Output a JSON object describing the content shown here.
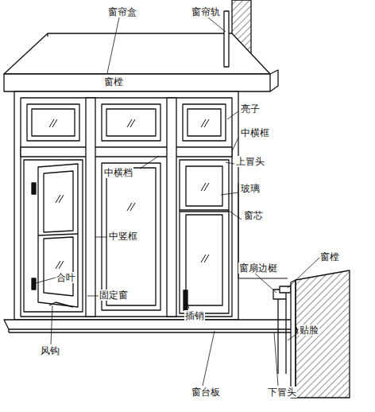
{
  "diagram": {
    "labels": [
      "窗帘盒",
      "窗帘轨",
      "窗樘",
      "亮子",
      "中横框",
      "上冒头",
      "中横档",
      "玻璃",
      "窗芯",
      "中竖框",
      "合叶",
      "固定窗",
      "插销",
      "窗扇边梃",
      "窗樘",
      "贴脸",
      "风钩",
      "窗台板",
      "下冒头"
    ]
  }
}
